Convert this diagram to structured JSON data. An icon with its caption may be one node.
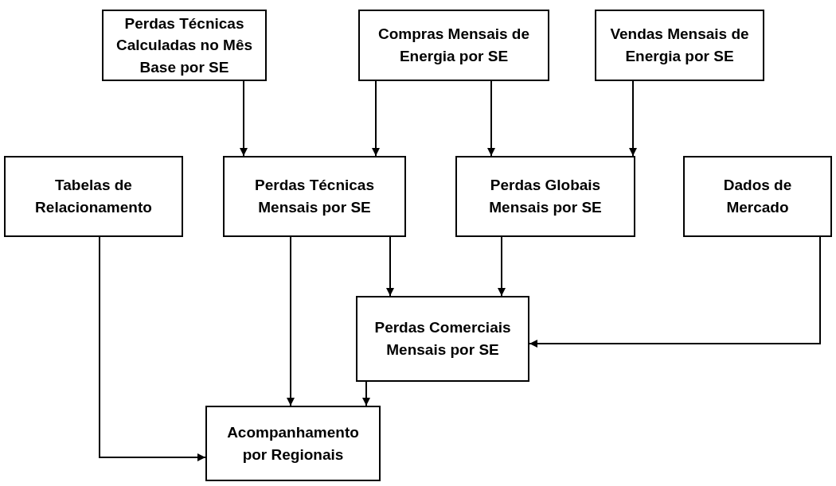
{
  "diagram": {
    "nodes": [
      {
        "text": [
          "Perdas Técnicas Calculadas no Mês Base por SE"
        ]
      },
      {
        "text": [
          "Compras Mensais de Energia por SE"
        ]
      },
      {
        "text": [
          "Vendas Mensais de Energia por SE"
        ]
      },
      {
        "text": [
          "Tabelas de Relacionamento"
        ]
      },
      {
        "text": [
          "Perdas Técnicas Mensais por SE"
        ]
      },
      {
        "text": [
          "Perdas Globais Mensais por SE"
        ]
      },
      {
        "text": [
          "Dados de Mercado"
        ]
      },
      {
        "text": [
          "Perdas Comerciais Mensais por SE"
        ]
      },
      {
        "text": [
          "Acompanhamento por Regionais"
        ]
      }
    ],
    "edges": [
      {
        "from": 0,
        "to": 4,
        "arrow": "to"
      },
      {
        "from": 1,
        "to": 4,
        "arrow": "to"
      },
      {
        "from": 1,
        "to": 5,
        "arrow": "to"
      },
      {
        "from": 2,
        "to": 5,
        "arrow": "to"
      },
      {
        "from": 4,
        "to": 8,
        "arrow": "to"
      },
      {
        "from": 4,
        "to": 7,
        "arrow": "to"
      },
      {
        "from": 5,
        "to": 7,
        "arrow": "to"
      },
      {
        "from": 6,
        "to": 7,
        "arrow": "to"
      },
      {
        "from": 7,
        "to": 8,
        "arrow": "to"
      },
      {
        "from": 3,
        "to": 8,
        "arrow": "to"
      }
    ]
  }
}
